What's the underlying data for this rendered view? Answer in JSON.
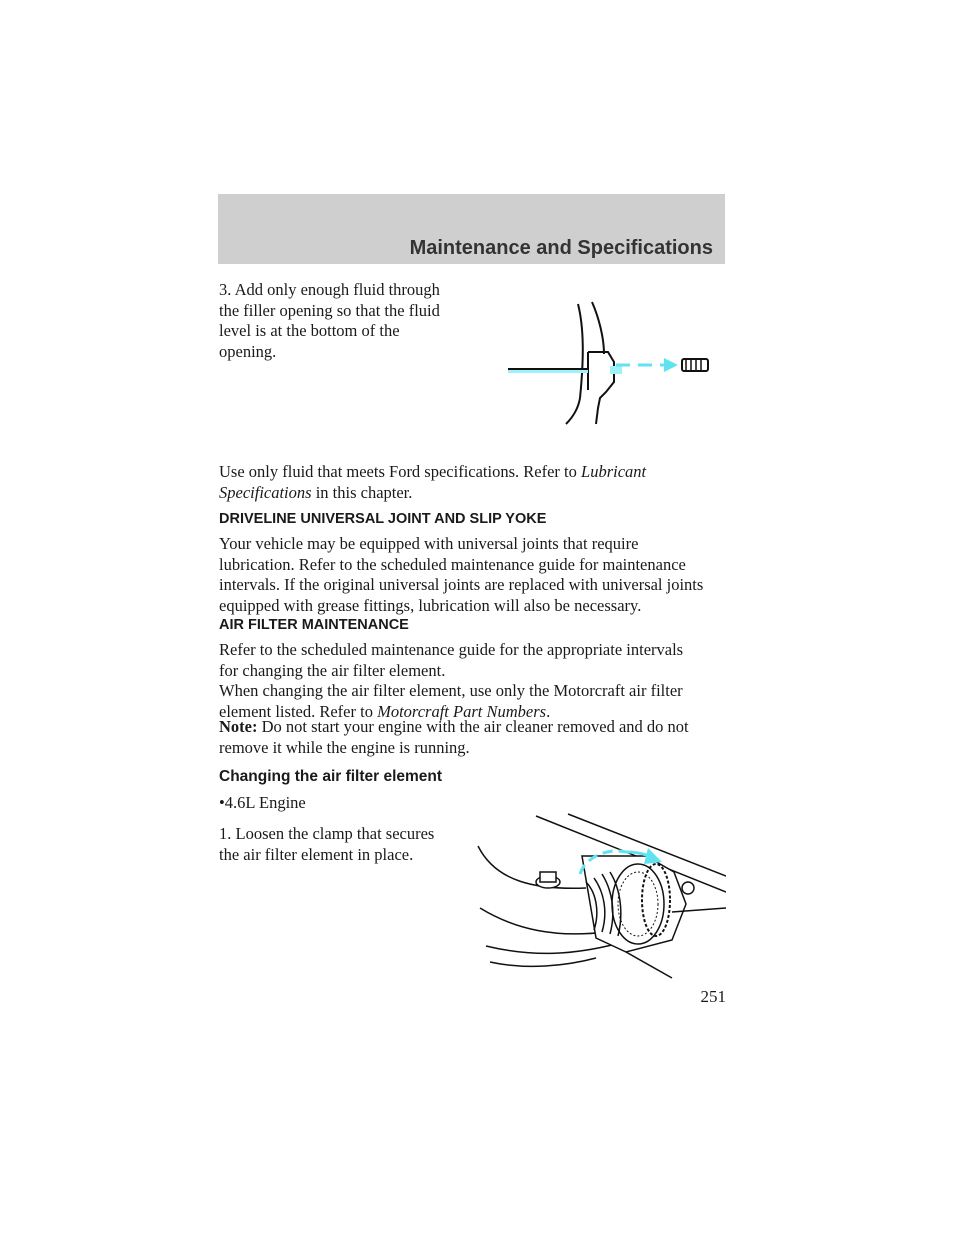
{
  "header": {
    "title": "Maintenance and Specifications"
  },
  "step3": {
    "line1": "3. Add only enough fluid through",
    "line2": "the filler opening so that the fluid",
    "line3": "level is at the bottom of the",
    "line4": "opening."
  },
  "fluid_note": {
    "line1_prefix": "Use only fluid that meets Ford specifications. Refer to",
    "line1_link": "Lubricant",
    "line2_link": "Specifications",
    "line2_suffix": "in this chapter."
  },
  "driveline": {
    "heading": "DRIVELINE UNIVERSAL JOINT AND SLIP YOKE",
    "line1": "Your vehicle may be equipped with universal joints that require",
    "line2": "lubrication. Refer to the scheduled maintenance guide for maintenance",
    "line3": "intervals. If the original universal joints are replaced with universal joints",
    "line4": "equipped with grease fittings, lubrication will also be necessary."
  },
  "air_filter": {
    "heading": "AIR FILTER MAINTENANCE",
    "p1_line1": "Refer to the scheduled maintenance guide for the appropriate intervals",
    "p1_line2": "for changing the air filter element.",
    "p2_line1": "When changing the air filter element, use only the Motorcraft air filter",
    "p2_line2_prefix": "element listed. Refer to",
    "p2_line2_link": "Motorcraft Part Numbers",
    "p2_line2_suffix": ".",
    "note_label": "Note:",
    "note_line1": "Do not start your engine with the air cleaner removed and do not",
    "note_line2": "remove it while the engine is running."
  },
  "changing": {
    "heading": "Changing the air filter element",
    "bullet": "•",
    "bullet_text": "4.6L Engine",
    "step1_line1": "1. Loosen the clamp that secures",
    "step1_line2": "the air filter element in place."
  },
  "page_number": "251",
  "colors": {
    "header_band": "#cfcfcf",
    "accent_cyan": "#5fe3f0",
    "text": "#1a1a1a"
  },
  "icons": [
    "fluid-fill-illustration",
    "air-filter-clamp-illustration"
  ]
}
